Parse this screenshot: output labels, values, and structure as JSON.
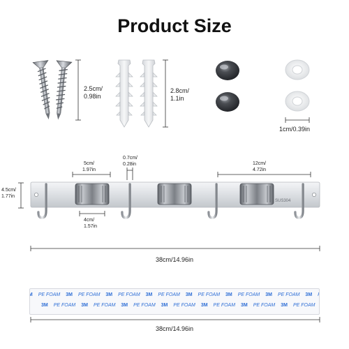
{
  "title": "Product Size",
  "screws": {
    "dim_line1": "2.5cm/",
    "dim_line2": "0.98in"
  },
  "anchors": {
    "dim_line1": "2.8cm/",
    "dim_line2": "1.1in"
  },
  "washers": {
    "dim": "1cm/0.39in"
  },
  "rack": {
    "height_line1": "4.5cm/",
    "height_line2": "1.77in",
    "clip_width_line1": "5cm/",
    "clip_width_line2": "1.97in",
    "gap_line1": "0.7cm/",
    "gap_line2": "0.28in",
    "spacing_line1": "12cm/",
    "spacing_line2": "4.72in",
    "inner_line1": "4cm/",
    "inner_line2": "1.57in",
    "stamp": "SUS304",
    "length": "38cm/14.96in"
  },
  "tape": {
    "brand": "3M",
    "text": "PE FOAM",
    "length": "38cm/14.96in"
  },
  "colors": {
    "steel_light": "#e9ebee",
    "steel_dark": "#8a8e94",
    "anchor": "#eef0f2",
    "cap": "#3a3c40",
    "tape_print": "#2f6fd6"
  }
}
